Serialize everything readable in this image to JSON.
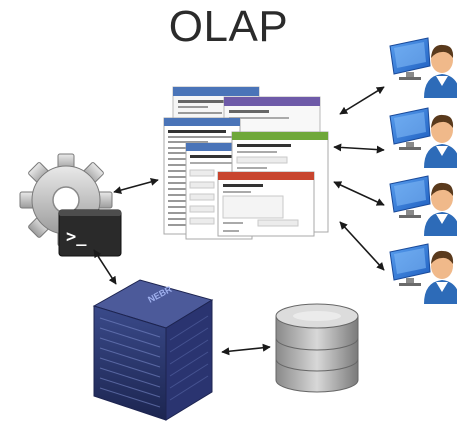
{
  "title": "OLAP",
  "nodes": {
    "users": {
      "count": 4,
      "icon": "user-at-computer-icon"
    },
    "web_forms": {
      "icon": "web-forms-stack-icon"
    },
    "process": {
      "icon": "gear-terminal-icon",
      "terminal_prompt": ">_"
    },
    "server": {
      "icon": "server-rack-icon",
      "label": "NEBR"
    },
    "database": {
      "icon": "database-icon"
    }
  },
  "colors": {
    "form_header_blue": "#4a74b8",
    "form_header_purple": "#6e5aa8",
    "form_header_green": "#6fa83a",
    "form_header_red": "#c8452e",
    "monitor_blue": "#2f6fcf",
    "shirt_blue": "#2d6bb8",
    "skin": "#f0b98a",
    "hair": "#5a3a1c",
    "arrow": "#1a1a1a"
  }
}
